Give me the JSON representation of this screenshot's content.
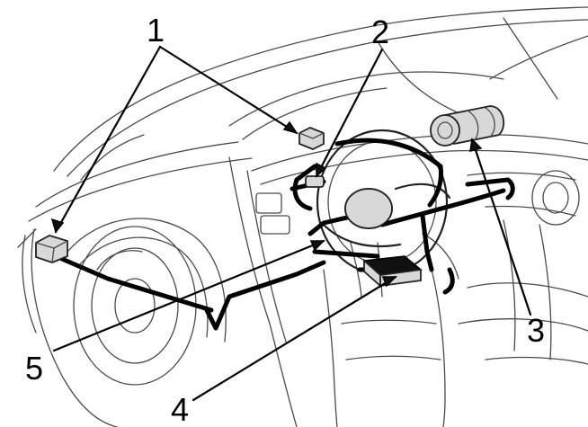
{
  "callouts": {
    "label_1": "1",
    "label_2": "2",
    "label_3": "3",
    "label_4": "4",
    "label_5": "5"
  },
  "colors": {
    "line": "#000000",
    "sketch": "#4a4a4a",
    "background": "#ffffff"
  }
}
